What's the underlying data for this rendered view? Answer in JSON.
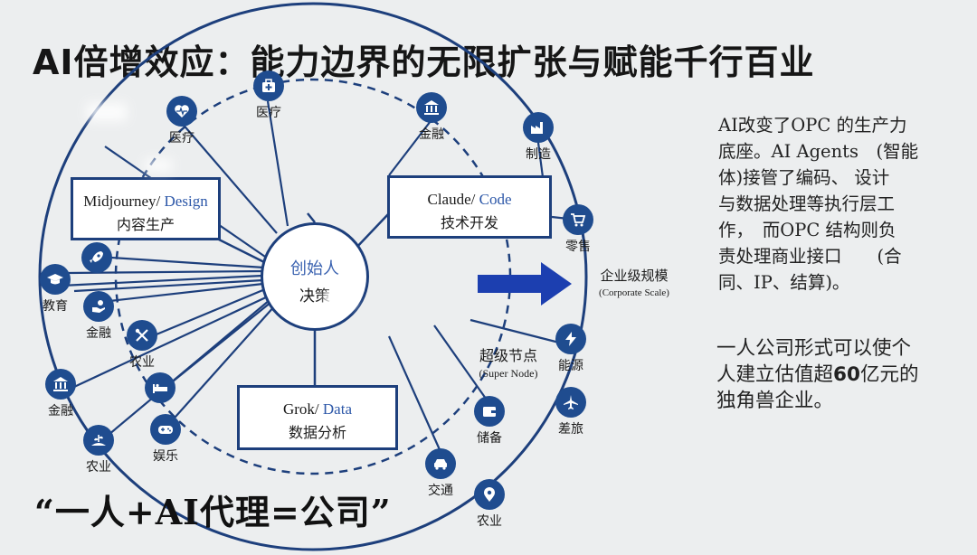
{
  "title": "AI倍增效应：能力边界的无限扩张与赋能千行百业",
  "center": {
    "line1": "创始人",
    "line2": "决策"
  },
  "boxes": {
    "midjourney": {
      "name": "Midjourney/",
      "role": "Design",
      "zh": "内容生产"
    },
    "claude": {
      "name": "Claude/",
      "role": "Code",
      "zh": "技术开发"
    },
    "grok": {
      "name": "Grok/",
      "role": "Data",
      "zh": "数据分析"
    }
  },
  "nodes": {
    "medical_top": {
      "label": "医疗",
      "icon": "medical-kit-icon"
    },
    "medical_left": {
      "label": "医疗",
      "icon": "heart-pulse-icon"
    },
    "finance_top": {
      "label": "金融",
      "icon": "bank-icon"
    },
    "manufacturing": {
      "label": "制造",
      "icon": "factory-icon"
    },
    "retail": {
      "label": "零售",
      "icon": "cart-icon"
    },
    "energy": {
      "label": "能源",
      "icon": "bolt-icon"
    },
    "travel": {
      "label": "差旅",
      "icon": "plane-icon"
    },
    "logistics": {
      "label": "储备",
      "icon": "wallet-icon"
    },
    "transport": {
      "label": "交通",
      "icon": "car-icon"
    },
    "agri_bottom": {
      "label": "农业",
      "icon": "location-pin-icon"
    },
    "education": {
      "label": "教育",
      "icon": "graduation-cap-icon"
    },
    "rocket": {
      "label": "",
      "icon": "rocket-icon"
    },
    "finance_mid": {
      "label": "金融",
      "icon": "hand-coin-icon"
    },
    "agri_mid": {
      "label": "农业",
      "icon": "tools-icon"
    },
    "finance_low": {
      "label": "金融",
      "icon": "bank-icon"
    },
    "bed": {
      "label": "",
      "icon": "bed-icon"
    },
    "entertainment": {
      "label": "娱乐",
      "icon": "gamepad-icon"
    },
    "agri_low": {
      "label": "农业",
      "icon": "farm-icon"
    }
  },
  "corporate_scale": {
    "zh": "企业级规模",
    "en": "(Corporate Scale)"
  },
  "super_node": {
    "zh": "超级节点",
    "en": "(Super Node)"
  },
  "opc_text": "AI改变了OPC 的生产力\n底座。AI Agents　(智能\n体)接管了编码、 设计\n与数据处理等执行层工\n作，　而OPC 结构则负\n责处理商业接口　　(合\n同、IP、结算)。",
  "unicorn_text": {
    "before": "一人公司形式可以使个\n人建立估值超",
    "highlight": "60",
    "after": "亿元的\n独角兽企业。"
  },
  "slogan": "“一人+AI代理=公司”",
  "colors": {
    "primary": "#1d3f7c",
    "accent": "#2c57a8",
    "node": "#1f4c8f"
  }
}
